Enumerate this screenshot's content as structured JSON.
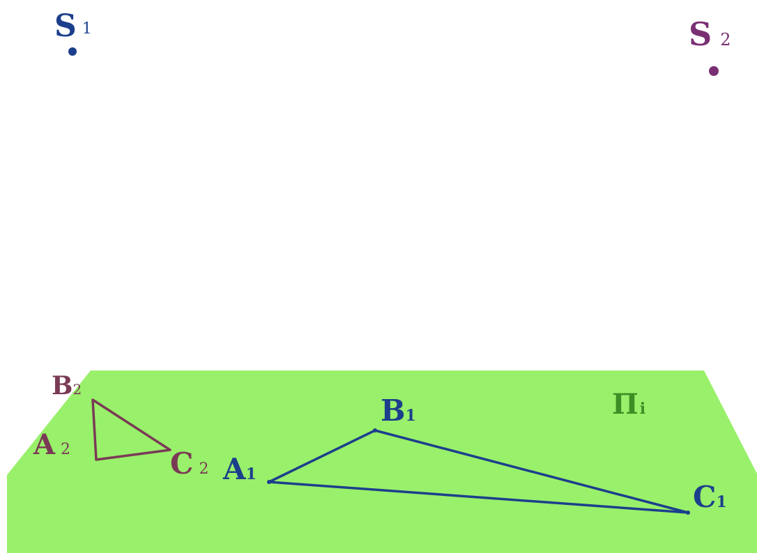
{
  "colors": {
    "plane": "#99f06a",
    "blue": "#1c3f8c",
    "triangle2": "#7a3a55",
    "purple": "#7a2f73",
    "green_label": "#3b8f24"
  },
  "points": {
    "s1": {
      "letter": "S",
      "sub": "1"
    },
    "s2": {
      "letter": "S",
      "sub": "2"
    }
  },
  "plane": {
    "letter": "Π",
    "sub": "i"
  },
  "triangle1": {
    "a": {
      "letter": "A",
      "sub": "1"
    },
    "b": {
      "letter": "B",
      "sub": "1"
    },
    "c": {
      "letter": "C",
      "sub": "1"
    }
  },
  "triangle2": {
    "a": {
      "letter": "A",
      "sub": "2"
    },
    "b": {
      "letter": "B",
      "sub": "2"
    },
    "c": {
      "letter": "C",
      "sub": "2"
    }
  }
}
